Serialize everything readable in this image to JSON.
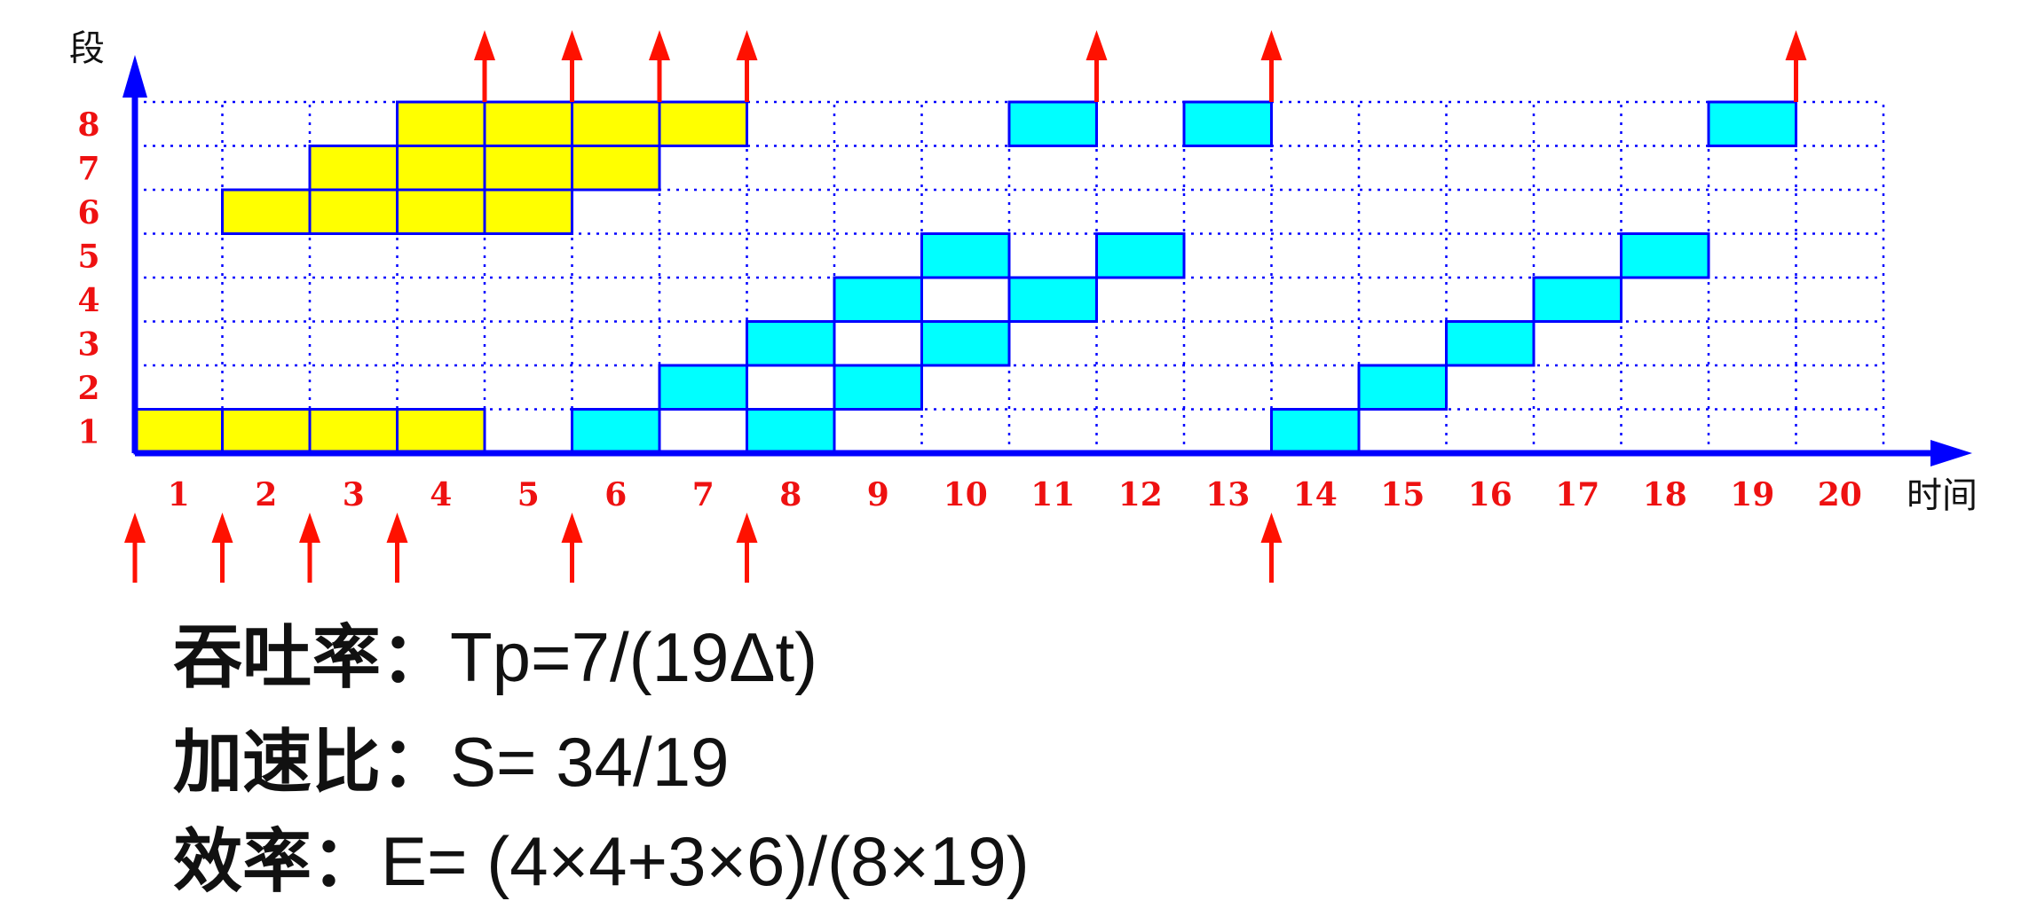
{
  "chart_data": {
    "type": "gantt",
    "ylabel": "段",
    "xlabel": "时间",
    "stage_ticks": [
      "1",
      "2",
      "3",
      "4",
      "5",
      "6",
      "7",
      "8"
    ],
    "time_ticks": [
      "1",
      "2",
      "3",
      "4",
      "5",
      "6",
      "7",
      "8",
      "9",
      "10",
      "11",
      "12",
      "13",
      "14",
      "15",
      "16",
      "17",
      "18",
      "19",
      "20"
    ],
    "colors": {
      "task_a": "#ffff00",
      "task_b": "#00ffff",
      "axis": "#0000ff",
      "tick_label": "#ee1111",
      "arrow": "#ff1100"
    },
    "cells": [
      {
        "stage": 1,
        "time": 1,
        "type": "a"
      },
      {
        "stage": 1,
        "time": 2,
        "type": "a"
      },
      {
        "stage": 1,
        "time": 3,
        "type": "a"
      },
      {
        "stage": 1,
        "time": 4,
        "type": "a"
      },
      {
        "stage": 6,
        "time": 2,
        "type": "a"
      },
      {
        "stage": 6,
        "time": 3,
        "type": "a"
      },
      {
        "stage": 6,
        "time": 4,
        "type": "a"
      },
      {
        "stage": 6,
        "time": 5,
        "type": "a"
      },
      {
        "stage": 7,
        "time": 3,
        "type": "a"
      },
      {
        "stage": 7,
        "time": 4,
        "type": "a"
      },
      {
        "stage": 7,
        "time": 5,
        "type": "a"
      },
      {
        "stage": 7,
        "time": 6,
        "type": "a"
      },
      {
        "stage": 8,
        "time": 4,
        "type": "a"
      },
      {
        "stage": 8,
        "time": 5,
        "type": "a"
      },
      {
        "stage": 8,
        "time": 6,
        "type": "a"
      },
      {
        "stage": 8,
        "time": 7,
        "type": "a"
      },
      {
        "stage": 1,
        "time": 6,
        "type": "b"
      },
      {
        "stage": 2,
        "time": 7,
        "type": "b"
      },
      {
        "stage": 3,
        "time": 8,
        "type": "b"
      },
      {
        "stage": 4,
        "time": 9,
        "type": "b"
      },
      {
        "stage": 5,
        "time": 10,
        "type": "b"
      },
      {
        "stage": 8,
        "time": 11,
        "type": "b"
      },
      {
        "stage": 1,
        "time": 8,
        "type": "b"
      },
      {
        "stage": 2,
        "time": 9,
        "type": "b"
      },
      {
        "stage": 3,
        "time": 10,
        "type": "b"
      },
      {
        "stage": 4,
        "time": 11,
        "type": "b"
      },
      {
        "stage": 5,
        "time": 12,
        "type": "b"
      },
      {
        "stage": 8,
        "time": 13,
        "type": "b"
      },
      {
        "stage": 1,
        "time": 14,
        "type": "b"
      },
      {
        "stage": 2,
        "time": 15,
        "type": "b"
      },
      {
        "stage": 3,
        "time": 16,
        "type": "b"
      },
      {
        "stage": 4,
        "time": 17,
        "type": "b"
      },
      {
        "stage": 5,
        "time": 18,
        "type": "b"
      },
      {
        "stage": 8,
        "time": 19,
        "type": "b"
      }
    ],
    "input_arrows_at_time_start": [
      1,
      2,
      3,
      4,
      6,
      8,
      14
    ],
    "output_arrows_at_time_end": [
      4,
      5,
      6,
      7,
      11,
      13,
      19
    ]
  },
  "formulas": [
    {
      "label": "吞吐率：",
      "value": "Tp=7/(19Δt)"
    },
    {
      "label": "加速比：",
      "value": "S= 34/19"
    },
    {
      "label": "效率：",
      "value": "E= (4×4+3×6)/(8×19)"
    }
  ]
}
